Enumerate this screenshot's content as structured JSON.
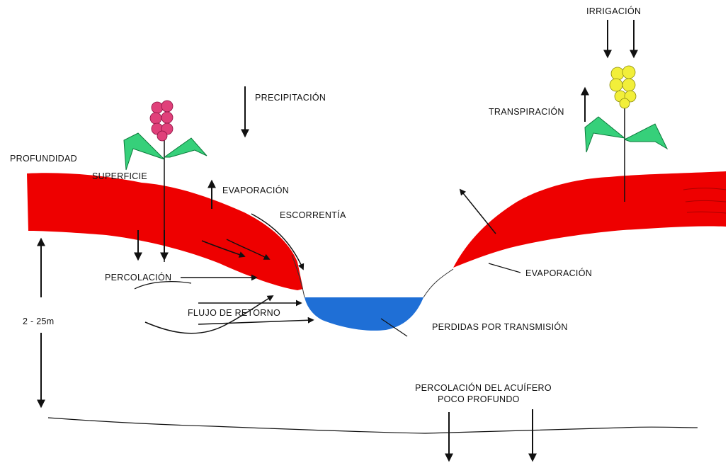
{
  "labels": {
    "irrigation": "IRRIGACIÓN",
    "precipitation": "PRECIPITACIÓN",
    "transpiration": "TRANSPIRACIÓN",
    "depth": "PROFUNDIDAD",
    "surface": "SUPERFICIE",
    "evaporation_left": "EVAPORACIÓN",
    "runoff": "ESCORRENTÍA",
    "percolation": "PERCOLACIÓN",
    "return_flow": "FLUJO DE RETORNO",
    "evaporation_right": "EVAPORACIÓN",
    "transmission_losses": "PERDIDAS POR TRANSMISIÓN",
    "depth_range": "2 - 25m",
    "aquifer_line1": "PERCOLACIÓN DEL ACUÍFERO",
    "aquifer_line2": "POCO PROFUNDO"
  },
  "colors": {
    "soil": "#ee0000",
    "water": "#1f6fd6",
    "leaf": "#36d07a",
    "flower_left": "#e0407a",
    "flower_right": "#f2ef3a",
    "line": "#111111"
  }
}
